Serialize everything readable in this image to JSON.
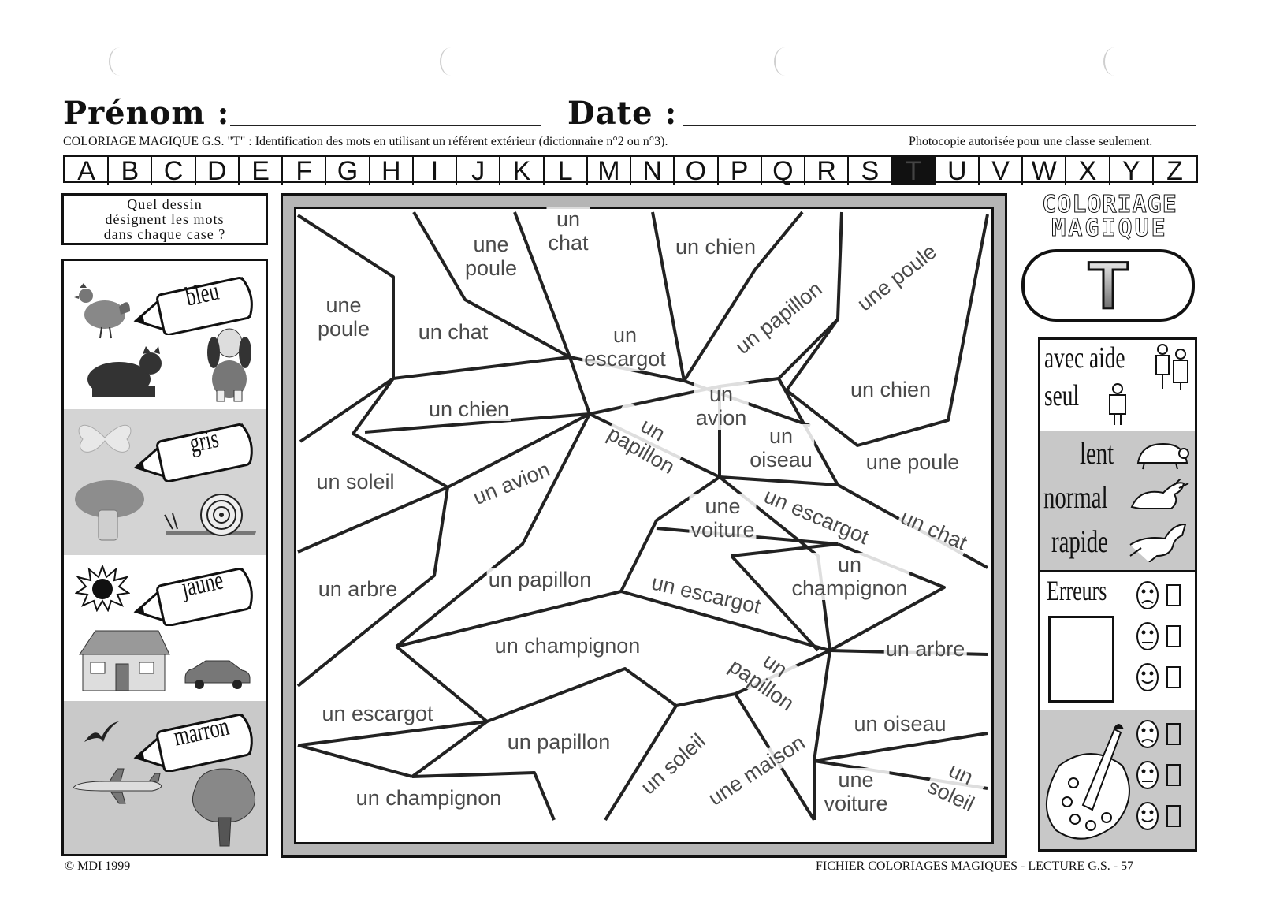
{
  "header": {
    "prenom_label": "Prénom :",
    "date_label": "Date :",
    "subtitle_left": "COLORIAGE MAGIQUE G.S. \"T\" : Identification des mots en utilisant un référent extérieur (dictionnaire n°2 ou n°3).",
    "subtitle_right": "Photocopie autorisée pour une classe seulement."
  },
  "alphabet": {
    "letters": [
      "A",
      "B",
      "C",
      "D",
      "E",
      "F",
      "G",
      "H",
      "I",
      "J",
      "K",
      "L",
      "M",
      "N",
      "O",
      "P",
      "Q",
      "R",
      "S",
      "T",
      "U",
      "V",
      "W",
      "X",
      "Y",
      "Z"
    ],
    "current": "T"
  },
  "legend": {
    "question": "Quel dessin désignent les mots dans chaque case ?",
    "question_lines": [
      "Quel dessin",
      "désignent les mots",
      "dans chaque case ?"
    ],
    "colors": [
      {
        "label": "bleu",
        "items": [
          "poule",
          "chat",
          "chien"
        ],
        "bg": "#ffffff"
      },
      {
        "label": "gris",
        "items": [
          "papillon",
          "champignon",
          "escargot"
        ],
        "bg": "#d2d2d2"
      },
      {
        "label": "jaune",
        "items": [
          "soleil",
          "maison",
          "voiture"
        ],
        "bg": "#ffffff"
      },
      {
        "label": "marron",
        "items": [
          "oiseau",
          "avion",
          "arbre"
        ],
        "bg": "#c8c8c8"
      }
    ]
  },
  "puzzle_words": [
    {
      "text": "un\nchat"
    },
    {
      "text": "une\npoule"
    },
    {
      "text": "un chien"
    },
    {
      "text": "une\npoule"
    },
    {
      "text": "un chat"
    },
    {
      "text": "un\nescargot"
    },
    {
      "text": "un papillon"
    },
    {
      "text": "une poule"
    },
    {
      "text": "un chien"
    },
    {
      "text": "un\navion"
    },
    {
      "text": "un chien"
    },
    {
      "text": "un\npapillon"
    },
    {
      "text": "un\noiseau"
    },
    {
      "text": "une poule"
    },
    {
      "text": "un soleil"
    },
    {
      "text": "un avion"
    },
    {
      "text": "une\nvoiture"
    },
    {
      "text": "un escargot"
    },
    {
      "text": "un chat"
    },
    {
      "text": "un arbre"
    },
    {
      "text": "un papillon"
    },
    {
      "text": "un escargot"
    },
    {
      "text": "un\nchampignon"
    },
    {
      "text": "un champignon"
    },
    {
      "text": "un arbre"
    },
    {
      "text": "un\npapillon"
    },
    {
      "text": "un escargot"
    },
    {
      "text": "un papillon"
    },
    {
      "text": "un oiseau"
    },
    {
      "text": "un soleil"
    },
    {
      "text": "une maison"
    },
    {
      "text": "un champignon"
    },
    {
      "text": "une\nvoiture"
    },
    {
      "text": "un\nsoleil"
    }
  ],
  "right_panel": {
    "title_line1": "COLORIAGE",
    "title_line2": "MAGIQUE",
    "letter": "T",
    "help": {
      "avec_aide": "avec aide",
      "seul": "seul"
    },
    "speed": {
      "lent": "lent",
      "normal": "normal",
      "rapide": "rapide"
    },
    "errors_label": "Erreurs"
  },
  "footer": {
    "left": "MDI 1999",
    "copyright_symbol": "©",
    "right": "FICHIER COLORIAGES MAGIQUES - LECTURE G.S.  -  57"
  }
}
